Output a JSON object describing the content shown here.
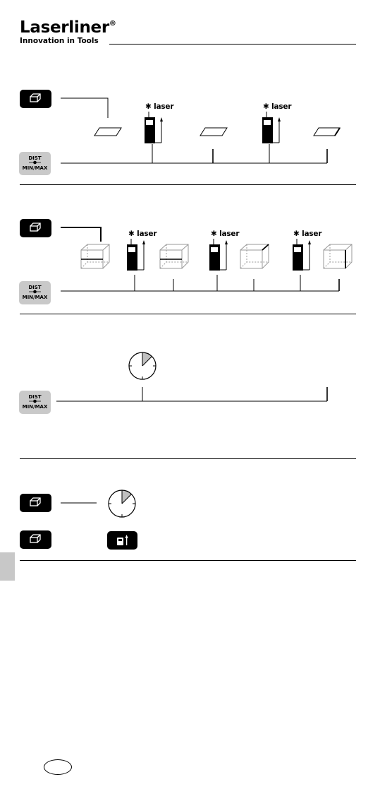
{
  "header": {
    "brand": "Laserliner",
    "registered_mark": "®",
    "tagline": "Innovation in Tools"
  },
  "buttons": {
    "dist_label": "DIST",
    "minmax_label": "MIN/MAX"
  },
  "labels": {
    "laser": "laser",
    "laser_star": "✱"
  },
  "colors": {
    "ink": "#000000",
    "button_grey": "#c9c9c9",
    "timer_fill": "#c0c0c0",
    "side_tab": "#c8c8c8"
  },
  "icons": {
    "area": "area-mode-icon",
    "volume": "volume-mode-icon",
    "timer": "timer-icon",
    "device": "device-icon"
  }
}
